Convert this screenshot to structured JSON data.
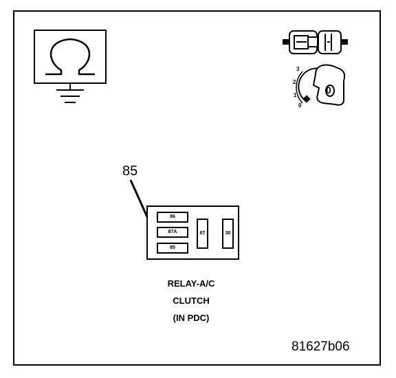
{
  "callout_label": "85",
  "relay_pins": {
    "pin_86": "86",
    "pin_87A": "87A",
    "pin_85": "85",
    "pin_87": "87",
    "pin_30": "30"
  },
  "ignition_positions": {
    "p3": "3",
    "p2": "2",
    "p1": "1",
    "p0": "0"
  },
  "key_label": "0",
  "caption": {
    "line1": "RELAY-A/C",
    "line2": "CLUTCH",
    "line3": "(IN PDC)"
  },
  "figure_id": "81627b06"
}
